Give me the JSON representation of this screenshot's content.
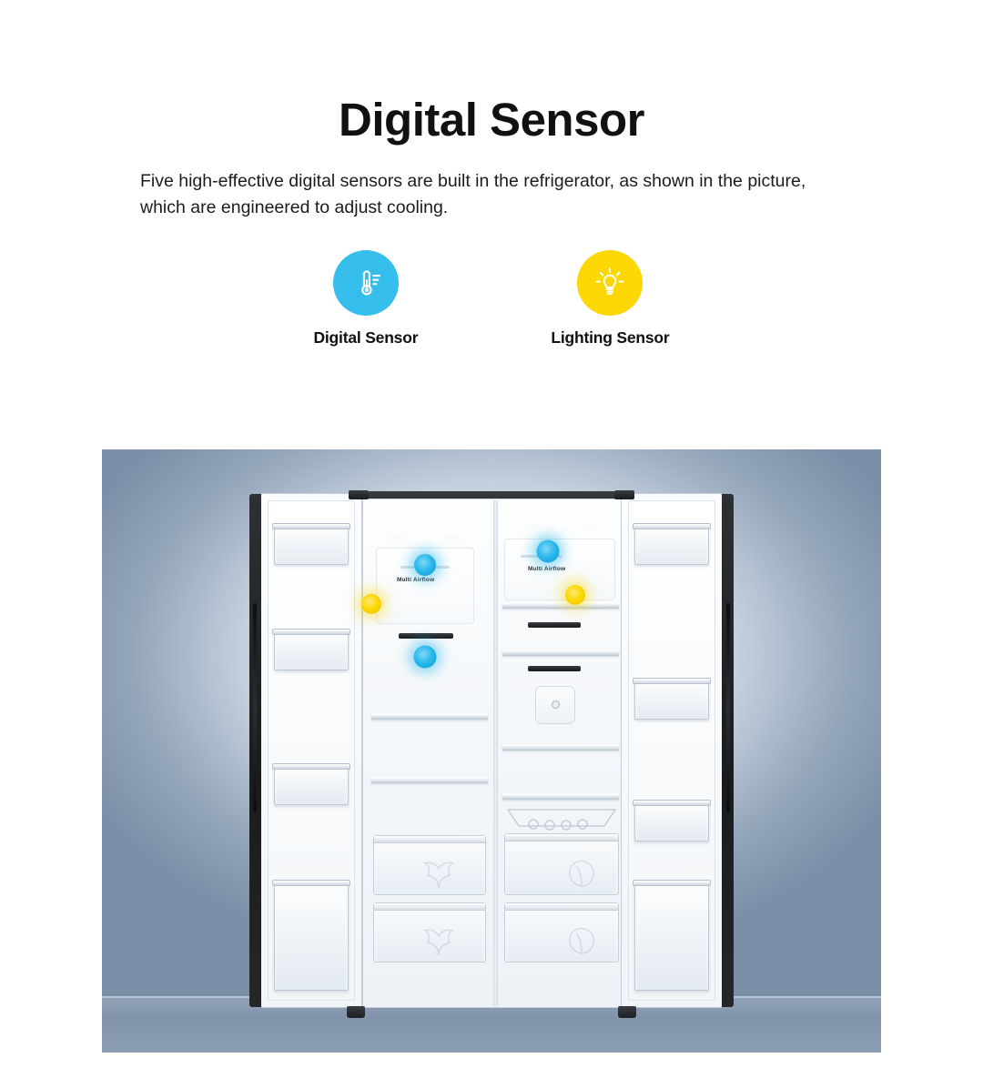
{
  "header": {
    "title": "Digital Sensor",
    "description": "Five high-effective digital sensors are built in the refrigerator, as shown in the picture, which are engineered to adjust cooling."
  },
  "legend": {
    "items": [
      {
        "label": "Digital Sensor",
        "icon": "thermometer-icon",
        "color": "#35bdeb"
      },
      {
        "label": "Lighting Sensor",
        "icon": "lightbulb-icon",
        "color": "#fcd703"
      }
    ]
  },
  "product_image": {
    "subject": "side-by-side refrigerator with both doors open",
    "background_colors": {
      "center": "#eef2f6",
      "edge": "#7b8fa8",
      "floor": "#8294ab"
    },
    "cabinet_trim_color": "#232528",
    "interior_labels": [
      {
        "text": "Multi Airflow"
      },
      {
        "text": "Multi Airflow"
      }
    ],
    "control_module": {
      "text": ""
    },
    "sensor_markers": [
      {
        "type": "digital",
        "color": "#29b7ec"
      },
      {
        "type": "digital",
        "color": "#29b7ec"
      },
      {
        "type": "digital",
        "color": "#29b7ec"
      },
      {
        "type": "lighting",
        "color": "#fcd703"
      },
      {
        "type": "lighting",
        "color": "#fcd703"
      }
    ],
    "sensor_count": 5
  }
}
